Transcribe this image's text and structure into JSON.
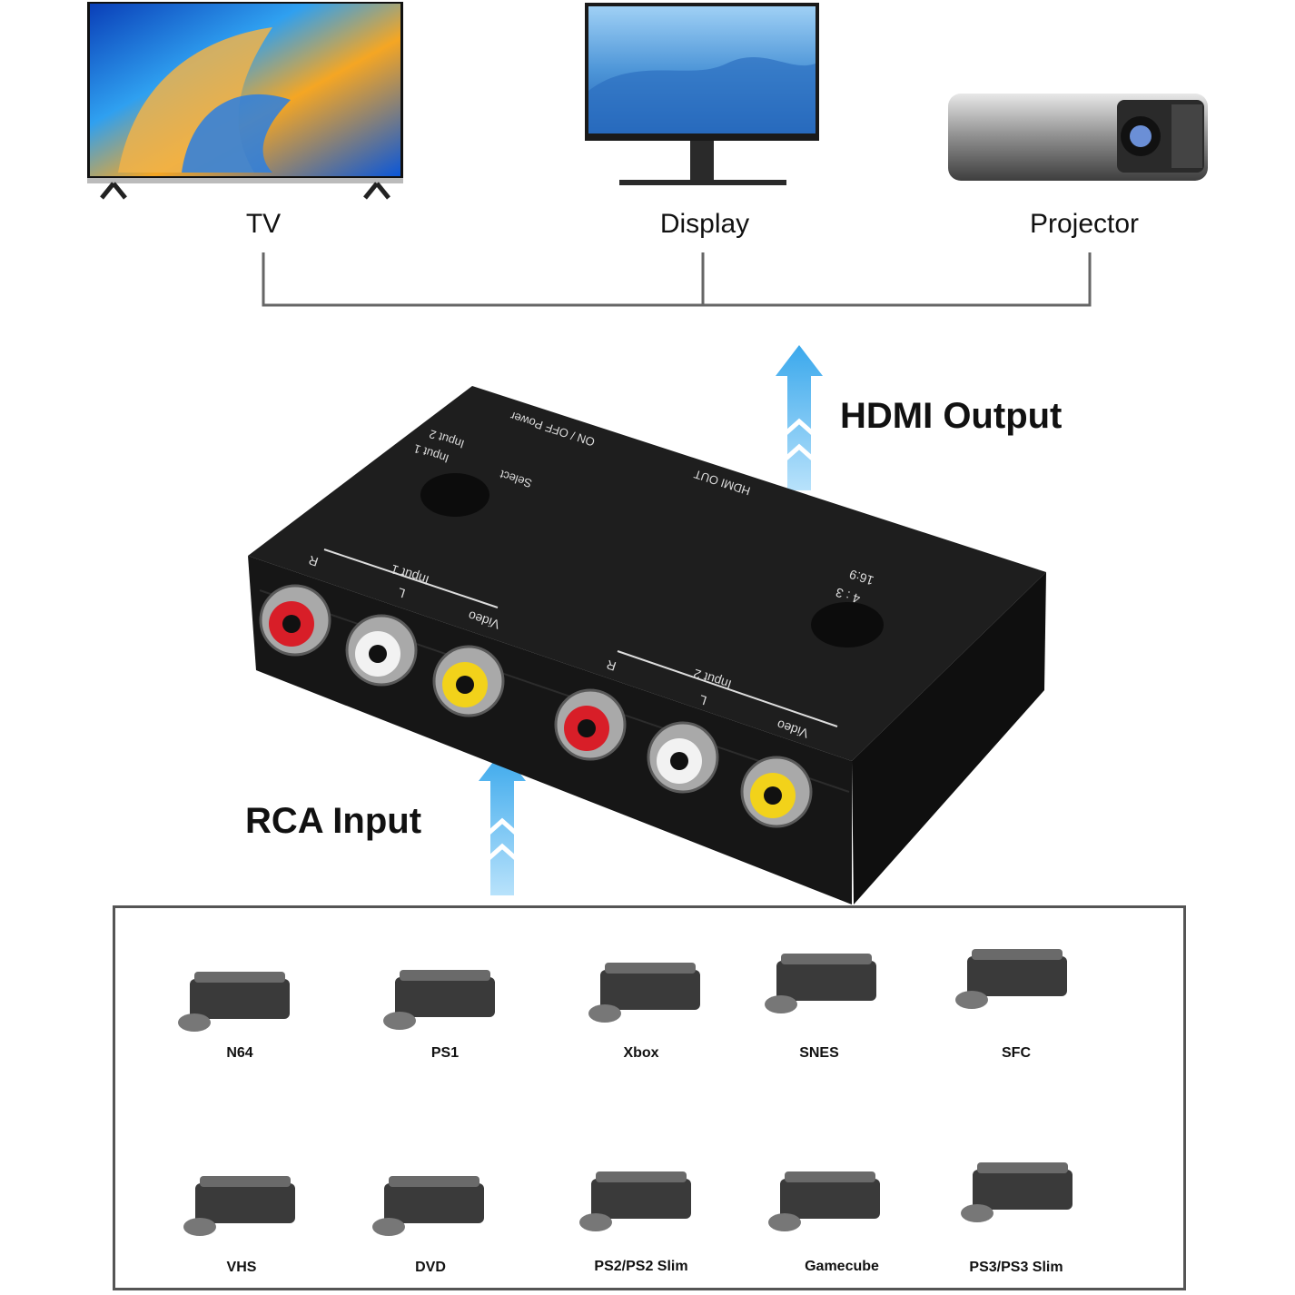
{
  "outputs": [
    {
      "label": "TV"
    },
    {
      "label": "Display"
    },
    {
      "label": "Projector"
    }
  ],
  "hdmi_output_label": "HDMI Output",
  "rca_input_label": "RCA Input",
  "device_panel": {
    "ports_top": {
      "input1_label": "Input 1",
      "input2_label": "Input 2",
      "r": "R",
      "l": "L",
      "video": "Video"
    },
    "select_label": "Select",
    "select_opt1": "Input 1",
    "select_opt2": "Input 2",
    "power_label": "ON / OFF Power",
    "hdmi_out_label": "HDMI OUT",
    "aspect_169": "16:9",
    "aspect_43": "4 : 3"
  },
  "sources": [
    {
      "label": "N64"
    },
    {
      "label": "PS1"
    },
    {
      "label": "Xbox"
    },
    {
      "label": "SNES"
    },
    {
      "label": "SFC"
    },
    {
      "label": "VHS"
    },
    {
      "label": "DVD"
    },
    {
      "label": "PS2/PS2 Slim"
    },
    {
      "label": "Gamecube"
    },
    {
      "label": "PS3/PS3 Slim"
    }
  ],
  "colors": {
    "arrow": "#4ab3ee",
    "device": "#1b1b1b",
    "rca_red": "#d81e28",
    "rca_white": "#f2f2f2",
    "rca_yellow": "#f2d21a"
  }
}
